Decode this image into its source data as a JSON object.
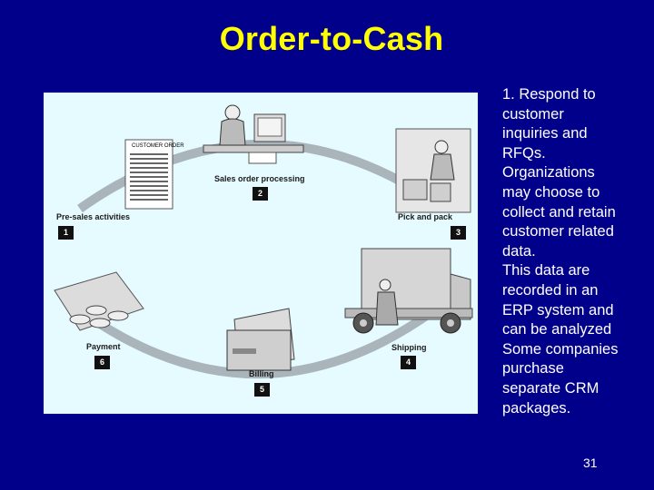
{
  "slide": {
    "title": "Order-to-Cash",
    "page_number": "31"
  },
  "diagram": {
    "document_heading": "CUSTOMER ORDER",
    "steps": [
      {
        "label": "Pre-sales activities",
        "number": "1"
      },
      {
        "label": "Sales order processing",
        "number": "2"
      },
      {
        "label": "Pick and pack",
        "number": "3"
      },
      {
        "label": "Shipping",
        "number": "4"
      },
      {
        "label": "Billing",
        "number": "5"
      },
      {
        "label": "Payment",
        "number": "6"
      }
    ]
  },
  "body_text": [
    "1. Respond to",
    "customer",
    "inquiries and",
    "RFQs.",
    "Organizations",
    "may choose to",
    "collect and retain",
    "customer related",
    "data.",
    "This data are",
    "recorded in an",
    "ERP system and",
    "can be analyzed",
    "Some companies",
    "purchase",
    "separate CRM",
    "packages."
  ]
}
